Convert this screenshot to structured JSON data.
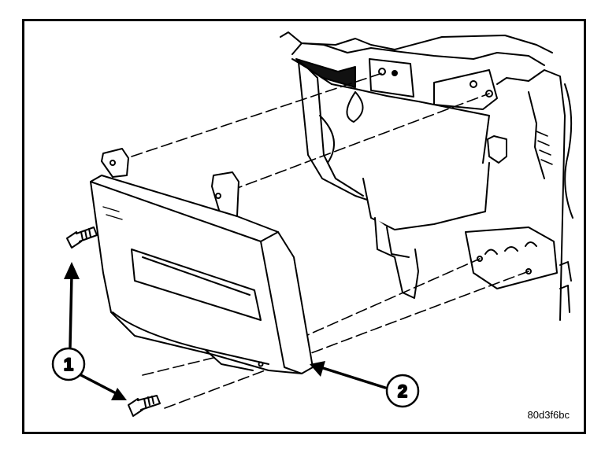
{
  "figure": {
    "code": "80d3f6bc",
    "callouts": [
      {
        "id": "callout-1",
        "label": "1"
      },
      {
        "id": "callout-2",
        "label": "2"
      }
    ]
  },
  "colors": {
    "line": "#000000",
    "background": "#ffffff",
    "shade": "#e6e6e6"
  }
}
